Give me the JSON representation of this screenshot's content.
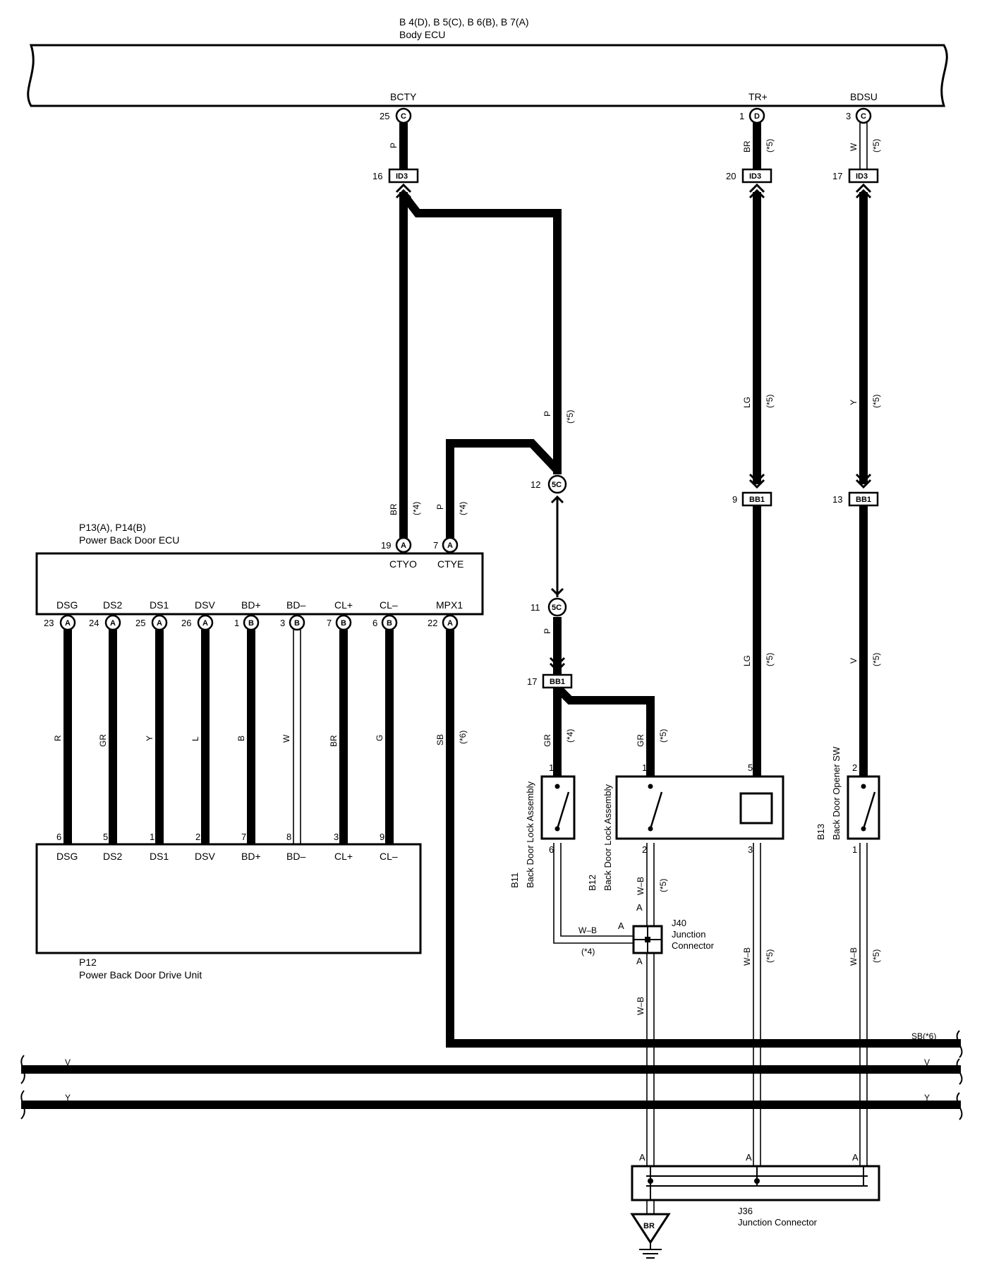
{
  "body_ecu": {
    "title": "B 4(D), B 5(C), B 6(B), B 7(A)",
    "name": "Body ECU",
    "terminals": [
      {
        "label": "BCTY",
        "pin": "25",
        "conn": "C"
      },
      {
        "label": "TR+",
        "pin": "1",
        "conn": "D"
      },
      {
        "label": "BDSU",
        "pin": "3",
        "conn": "C"
      }
    ]
  },
  "pbd_ecu": {
    "title": "P13(A), P14(B)",
    "name": "Power Back Door ECU",
    "top_terminals": [
      {
        "label": "CTYO",
        "pin": "19",
        "conn": "A"
      },
      {
        "label": "CTYE",
        "pin": "7",
        "conn": "A"
      }
    ],
    "bottom_terminals": [
      {
        "label": "DSG",
        "pin": "23",
        "conn": "A"
      },
      {
        "label": "DS2",
        "pin": "24",
        "conn": "A"
      },
      {
        "label": "DS1",
        "pin": "25",
        "conn": "A"
      },
      {
        "label": "DSV",
        "pin": "26",
        "conn": "A"
      },
      {
        "label": "BD+",
        "pin": "1",
        "conn": "B"
      },
      {
        "label": "BD–",
        "pin": "3",
        "conn": "B"
      },
      {
        "label": "CL+",
        "pin": "7",
        "conn": "B"
      },
      {
        "label": "CL–",
        "pin": "6",
        "conn": "B"
      },
      {
        "label": "MPX1",
        "pin": "22",
        "conn": "A"
      }
    ]
  },
  "drive_unit": {
    "id": "P12",
    "name": "Power Back Door Drive Unit",
    "terminals": [
      {
        "label": "DSG",
        "pin": "6"
      },
      {
        "label": "DS2",
        "pin": "5"
      },
      {
        "label": "DS1",
        "pin": "1"
      },
      {
        "label": "DSV",
        "pin": "2"
      },
      {
        "label": "BD+",
        "pin": "7"
      },
      {
        "label": "BD–",
        "pin": "8"
      },
      {
        "label": "CL+",
        "pin": "3"
      },
      {
        "label": "CL–",
        "pin": "9"
      }
    ]
  },
  "wire_colors": [
    "R",
    "GR",
    "Y",
    "L",
    "B",
    "W",
    "BR",
    "G"
  ],
  "id3": {
    "label": "ID3",
    "pins": [
      "16",
      "20",
      "17"
    ]
  },
  "bb1": {
    "label": "BB1",
    "pins": [
      "9",
      "13",
      "17"
    ]
  },
  "fivec": {
    "label": "5C",
    "pins": [
      "12",
      "11"
    ]
  },
  "wires": {
    "bcty_upper": "P",
    "bcty_lower": "BR",
    "ctye": "P",
    "loop_p": "P",
    "fivec_p": "P",
    "tr_upper": "BR",
    "tr_mid": "LG",
    "tr_lower": "LG",
    "bdsu_upper": "W",
    "bdsu_mid": "Y",
    "bdsu_lower": "V",
    "mpx": "SB",
    "b11_in": "GR",
    "b12_in": "GR",
    "wb": "W–B",
    "bus_sb": "SB(*6)",
    "bus_v": "V",
    "bus_y": "Y"
  },
  "notes": {
    "n4": "(*4)",
    "n5": "(*5)",
    "n6": "(*6)"
  },
  "b11": {
    "id": "B11",
    "name": "Back Door Lock Assembly",
    "pin_in": "1",
    "pin_out": "6"
  },
  "b12": {
    "id": "B12",
    "name": "Back Door Lock Assembly",
    "pin_in": "1",
    "pin_out": "2",
    "pin_coil_in": "5",
    "pin_coil_out": "3"
  },
  "b13": {
    "id": "B13",
    "name": "Back Door Opener SW",
    "pin_in": "2",
    "pin_out": "1"
  },
  "j40": {
    "id": "J40",
    "line1": "Junction",
    "line2": "Connector",
    "pin": "A"
  },
  "j36": {
    "id": "J36",
    "name": "Junction Connector",
    "pin": "A"
  },
  "ground": {
    "label": "BR"
  }
}
